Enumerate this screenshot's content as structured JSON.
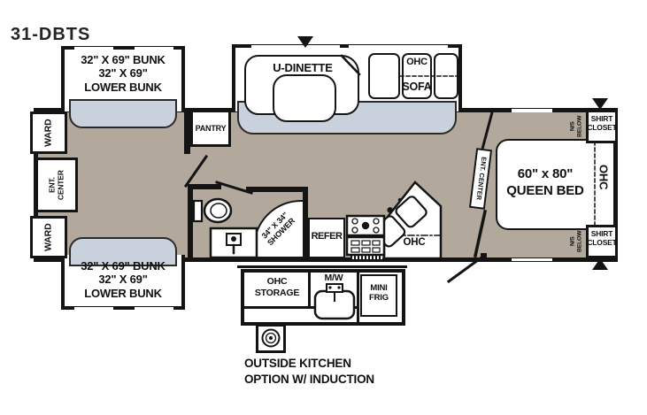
{
  "title": "31-DBTS",
  "colors": {
    "floor": "#b2a89b",
    "slide_floor": "#c9d1dd",
    "wall": "#141414",
    "bg": "#ffffff"
  },
  "labels": {
    "bunk": {
      "l1": "32\" X 69\" BUNK",
      "l2": "32\" X 69\"",
      "l3": "LOWER BUNK"
    },
    "ward": "WARD",
    "ent": {
      "l1": "ENT.",
      "l2": "CENTER",
      "full": "ENT. CENTER"
    },
    "pantry": "PANTRY",
    "dinette": "U-DINETTE",
    "sofa": {
      "ohc": "OHC",
      "sofa": "SOFA"
    },
    "shower": {
      "l1": "34\" X 34\"",
      "l2": "SHOWER"
    },
    "refer": "REFER",
    "kitchen_ohc": "OHC",
    "bed": {
      "l1": "60\" x 80\"",
      "l2": "QUEEN BED"
    },
    "bed_ohc": "OHC",
    "ns": {
      "l1": "N/S",
      "l2": "BELOW"
    },
    "shirt": {
      "l1": "SHIRT",
      "l2": "CLOSET"
    },
    "outside_kitchen": {
      "storage1": "OHC",
      "storage2": "STORAGE",
      "mw": "M/W",
      "frig1": "MINI",
      "frig2": "FRIG",
      "cap1": "OUTSIDE KITCHEN",
      "cap2": "OPTION W/ INDUCTION"
    }
  }
}
